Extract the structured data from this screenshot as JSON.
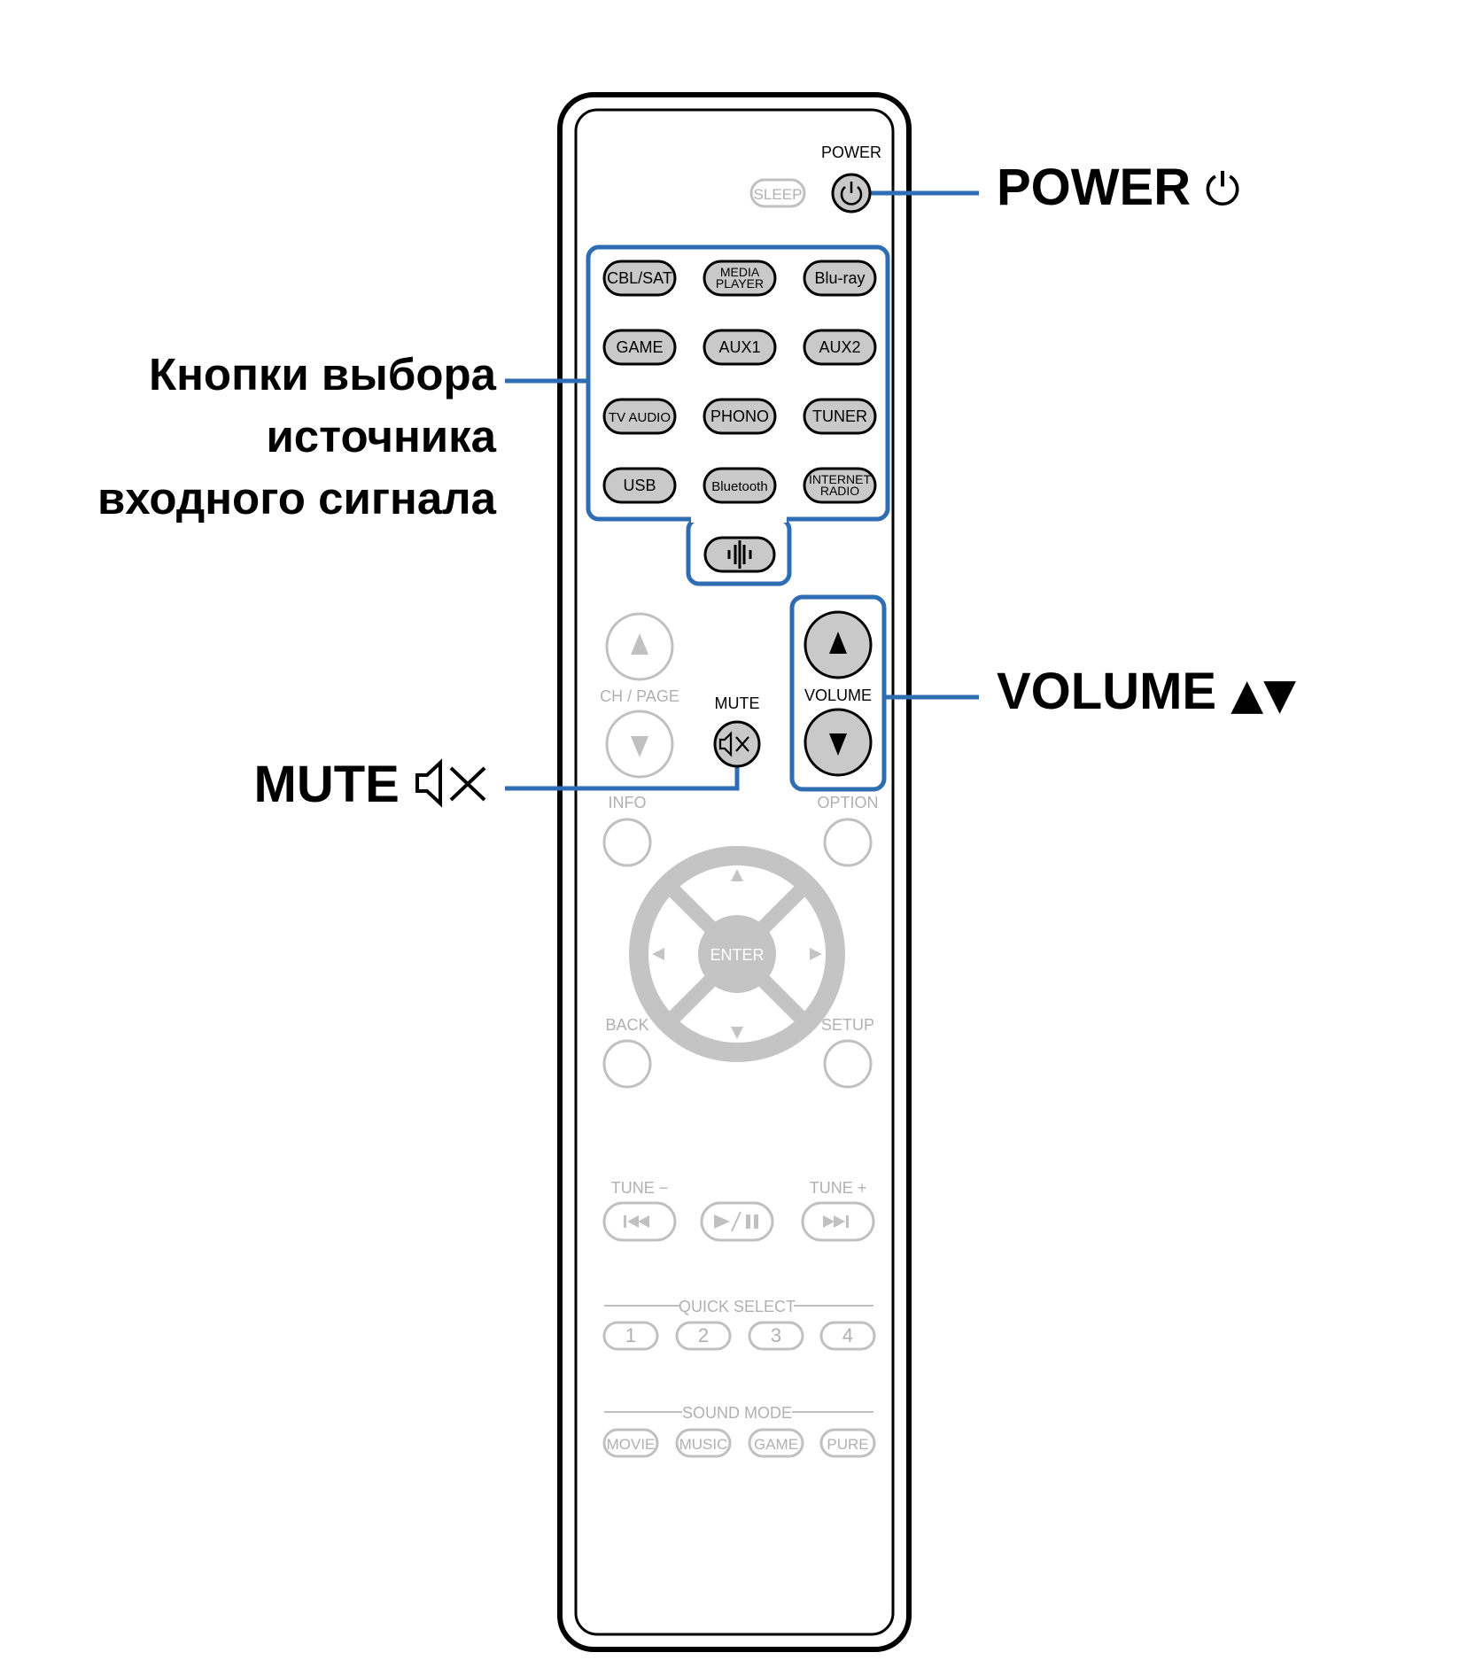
{
  "callouts": {
    "power": {
      "label": "POWER",
      "symbol": "⏻"
    },
    "input_source": {
      "line1": "Кнопки выбора",
      "line2": "источника",
      "line3": "входного сигнала"
    },
    "volume": {
      "label": "VOLUME",
      "symbol": "▲▼"
    },
    "mute": {
      "label": "MUTE",
      "symbol": "🔇"
    }
  },
  "remote": {
    "power_label": "POWER",
    "sleep": "SLEEP",
    "input_buttons": [
      {
        "id": "cbl-sat",
        "lines": [
          "CBL/SAT"
        ]
      },
      {
        "id": "media-player",
        "lines": [
          "MEDIA",
          "PLAYER"
        ]
      },
      {
        "id": "blu-ray",
        "lines": [
          "Blu-ray"
        ]
      },
      {
        "id": "game",
        "lines": [
          "GAME"
        ]
      },
      {
        "id": "aux1",
        "lines": [
          "AUX1"
        ]
      },
      {
        "id": "aux2",
        "lines": [
          "AUX2"
        ]
      },
      {
        "id": "tv-audio",
        "lines": [
          "TV AUDIO"
        ]
      },
      {
        "id": "phono",
        "lines": [
          "PHONO"
        ]
      },
      {
        "id": "tuner",
        "lines": [
          "TUNER"
        ]
      },
      {
        "id": "usb",
        "lines": [
          "USB"
        ]
      },
      {
        "id": "bluetooth",
        "lines": [
          "Bluetooth"
        ]
      },
      {
        "id": "internet-radio",
        "lines": [
          "INTERNET",
          "RADIO"
        ]
      }
    ],
    "ch_page": "CH / PAGE",
    "mute_label": "MUTE",
    "volume_label": "VOLUME",
    "info": "INFO",
    "option": "OPTION",
    "enter": "ENTER",
    "back": "BACK",
    "setup": "SETUP",
    "tune_minus": "TUNE −",
    "tune_plus": "TUNE +",
    "quick_select": "QUICK SELECT",
    "quick_select_buttons": [
      "1",
      "2",
      "3",
      "4"
    ],
    "sound_mode": "SOUND MODE",
    "sound_mode_buttons": [
      "MOVIE",
      "MUSIC",
      "GAME",
      "PURE"
    ]
  },
  "colors": {
    "callout_line": "#2e6db4",
    "active_button_fill": "#c9c9c9",
    "inactive": "#c0c0c0",
    "outline": "#000000"
  }
}
